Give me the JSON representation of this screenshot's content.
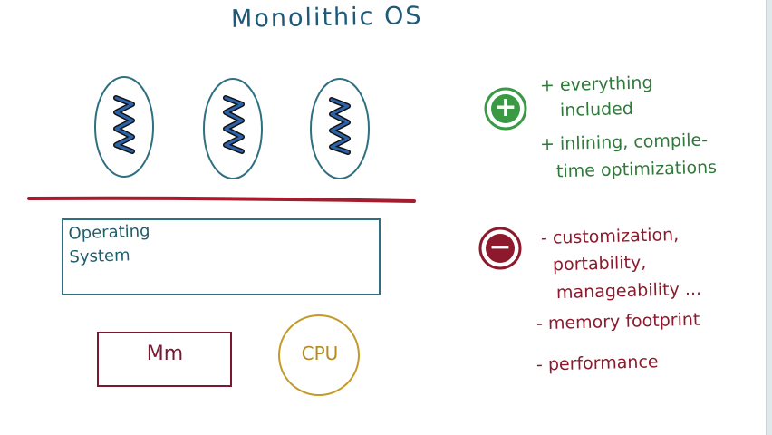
{
  "title": "Monolithic OS",
  "os_box_label_line1": "Operating",
  "os_box_label_line2": "System",
  "memory_label": "Mm",
  "cpu_label": "CPU",
  "pros": {
    "symbol": "+",
    "color": "#3a9a44",
    "items": [
      {
        "line1": "+ everything",
        "line2": "included"
      },
      {
        "line1": "+ inlining, compile-",
        "line2": "time optimizations"
      }
    ]
  },
  "cons": {
    "symbol": "−",
    "color": "#8c1a2c",
    "items": [
      {
        "line1": "- customization,",
        "line2": "portability,",
        "line3": "manageability ..."
      },
      {
        "line1": "- memory footprint"
      },
      {
        "line1": "- performance"
      }
    ]
  },
  "colors": {
    "title": "#1e5a78",
    "thread_oval": "#2e6f80",
    "thread_squiggle": "#1a3f7a",
    "divider": "#a01e2e",
    "os_box": "#2e6f80",
    "memory_box": "#7a1830",
    "cpu_circle": "#c49a2a"
  }
}
